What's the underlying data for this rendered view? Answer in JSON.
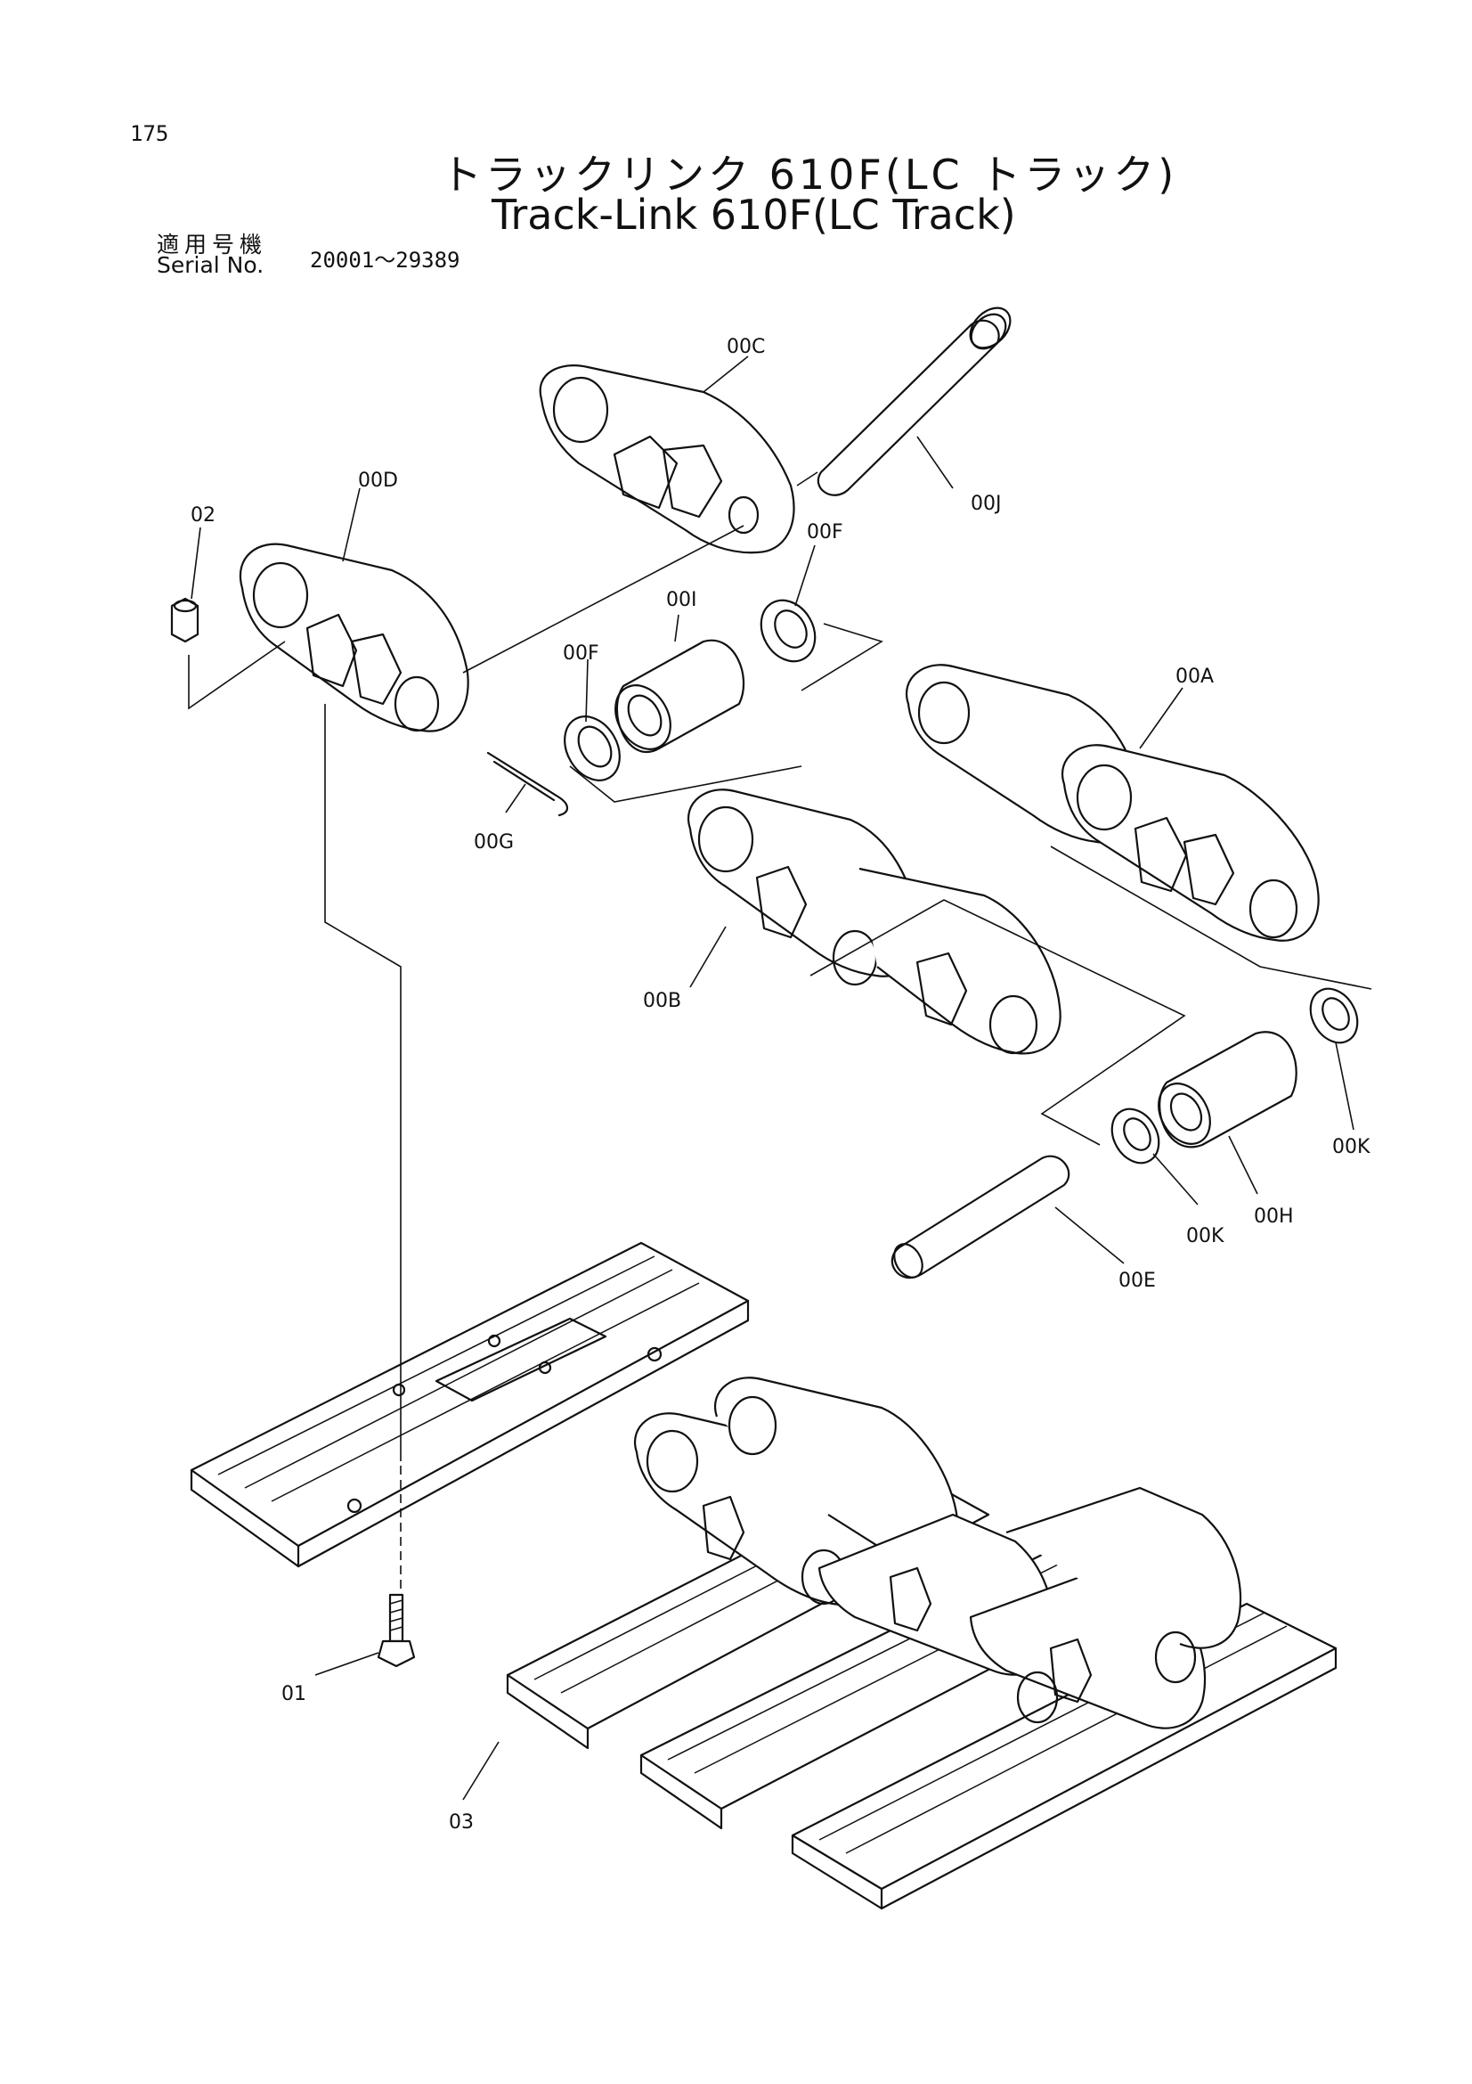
{
  "page_number": "175",
  "title_jp": "トラックリンク 610F(LC トラック)",
  "title_en": "Track-Link 610F(LC Track)",
  "serial_label_jp": "適用号機",
  "serial_label_en": "Serial No.",
  "serial_range": "20001～29389",
  "part_labels": {
    "00C": "00C",
    "00J": "00J",
    "00D": "00D",
    "02": "02",
    "00F_top": "00F",
    "00I": "00I",
    "00F_left": "00F",
    "00A": "00A",
    "00G": "00G",
    "00B": "00B",
    "00K_right": "00K",
    "00K_mid": "00K",
    "00H": "00H",
    "00E": "00E",
    "01": "01",
    "03": "03"
  }
}
